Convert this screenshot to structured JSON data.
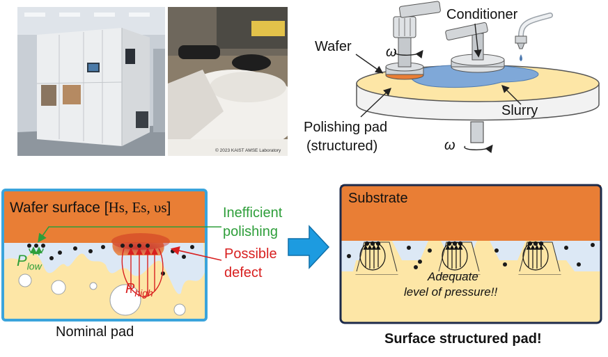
{
  "photos": {
    "right_caption": "© 2023 KAIST AMSE Laboratory"
  },
  "cmp_diagram": {
    "conditioner": "Conditioner",
    "wafer": "Wafer",
    "omega_top": "ω",
    "omega_bottom": "ω",
    "slurry": "Slurry",
    "pad_line1": "Polishing pad",
    "pad_line2": "(structured)"
  },
  "nominal_panel": {
    "title_text": "Wafer surface [",
    "title_symbols": "Hs, Es, υs",
    "title_close": "]",
    "p_low": "P",
    "p_low_sub": "low",
    "p_high": "P",
    "p_high_sub": "high",
    "caption": "Nominal pad"
  },
  "annotations": {
    "inefficient_1": "Inefficient",
    "inefficient_2": "polishing",
    "defect_1": "Possible",
    "defect_2": "defect"
  },
  "structured_panel": {
    "substrate": "Substrate",
    "pressure_1": "Adequate",
    "pressure_2": "level of pressure!!",
    "caption": "Surface structured pad!"
  },
  "colors": {
    "orange": "#e97e35",
    "pad": "#fde6a6",
    "slurry": "#dce8f5",
    "nominal_border": "#3aa4dc",
    "structured_border": "#1c2a4a",
    "arrow": "#1d9be0"
  }
}
